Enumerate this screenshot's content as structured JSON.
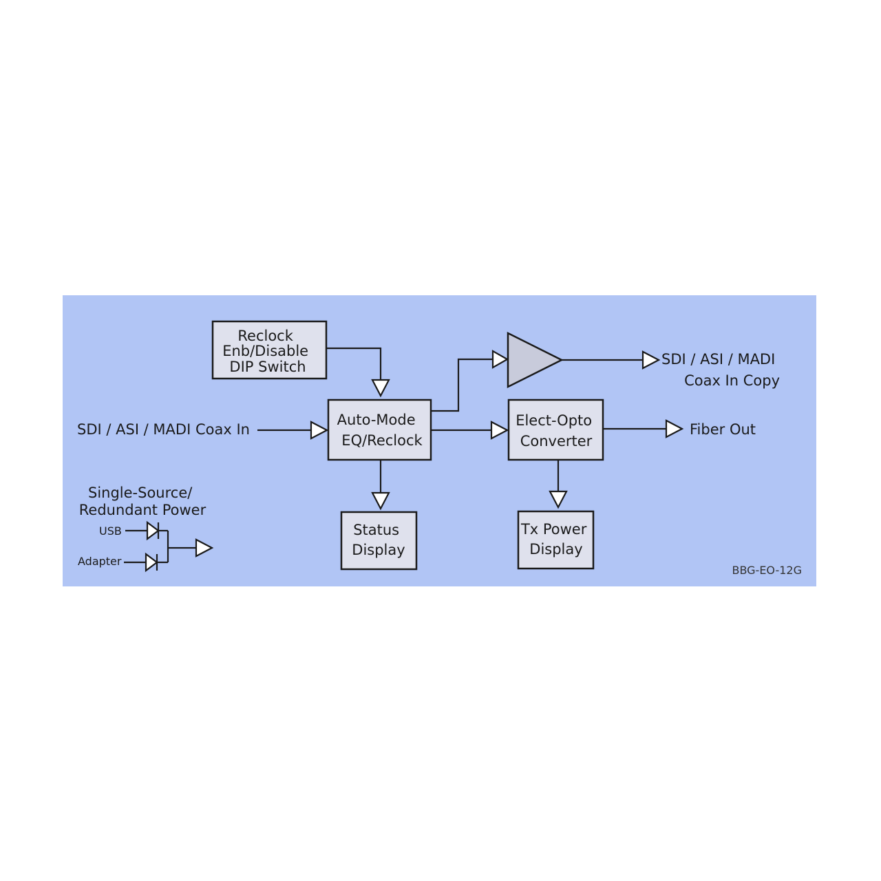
{
  "colors": {
    "panel": "#b1c5f5",
    "block": "#dfe1ed",
    "line": "#1a1a1a"
  },
  "blocks": {
    "reclock_switch": [
      "Reclock",
      "Enb/Disable",
      "DIP Switch"
    ],
    "eq_reclock": [
      "Auto-Mode",
      "EQ/Reclock"
    ],
    "converter": [
      "Elect-Opto",
      "Converter"
    ],
    "status_display": [
      "Status",
      "Display"
    ],
    "tx_power_display": [
      "Tx Power",
      "Display"
    ]
  },
  "labels": {
    "coax_in": "SDI / ASI / MADI Coax In",
    "coax_copy": [
      "SDI / ASI / MADI",
      "Coax In Copy"
    ],
    "fiber_out": "Fiber Out",
    "power_title": [
      "Single-Source/",
      "Redundant Power"
    ],
    "usb": "USB",
    "adapter": "Adapter",
    "model": "BBG-EO-12G"
  }
}
